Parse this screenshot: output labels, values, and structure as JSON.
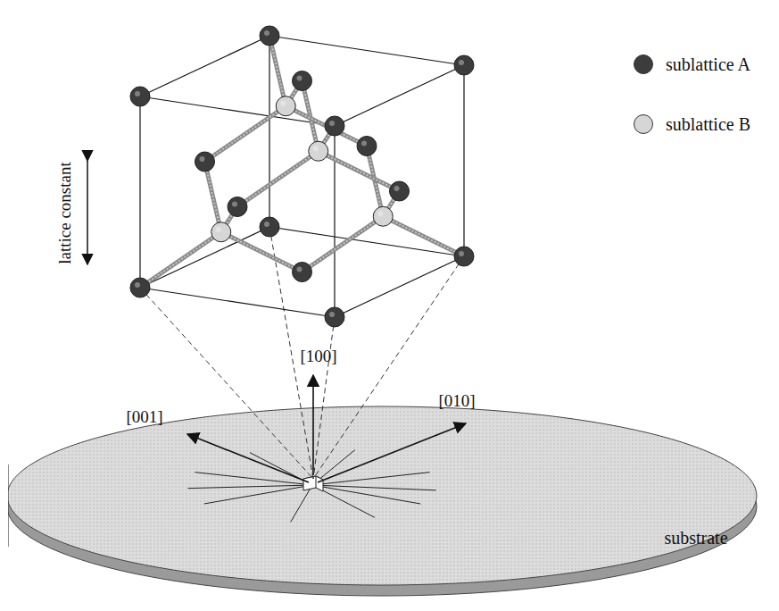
{
  "diagram": {
    "labels": [
      "lattice constant",
      "[100]",
      "[010]",
      "[001]",
      "substrate"
    ],
    "legend": [
      {
        "text": "sublattice A",
        "color": "#3c3c3c"
      },
      {
        "text": "sublattice B",
        "color": "#d6d6d6"
      }
    ]
  }
}
